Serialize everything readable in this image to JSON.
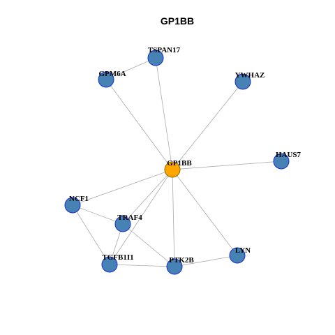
{
  "title": "GP1BB",
  "colors": {
    "hub_fill": "#ffa500",
    "hub_stroke": "#8b6a00",
    "node_fill": "#4682b4",
    "node_stroke": "#1a2ccc",
    "edge": "#aaaaaa"
  },
  "nodes": [
    {
      "id": "GP1BB",
      "label": "GP1BB",
      "hub": true
    },
    {
      "id": "TSPAN17",
      "label": "TSPAN17"
    },
    {
      "id": "GPM6A",
      "label": "GPM6A"
    },
    {
      "id": "YWHAZ",
      "label": "YWHAZ"
    },
    {
      "id": "HAUS7",
      "label": "HAUS7"
    },
    {
      "id": "NCF1",
      "label": "NCF1"
    },
    {
      "id": "TRAF4",
      "label": "TRAF4"
    },
    {
      "id": "TGFB1I1",
      "label": "TGFB1I1"
    },
    {
      "id": "PTK2B",
      "label": "PTK2B"
    },
    {
      "id": "LYN",
      "label": "LYN"
    }
  ],
  "edges": [
    [
      "GP1BB",
      "TSPAN17"
    ],
    [
      "GP1BB",
      "GPM6A"
    ],
    [
      "GP1BB",
      "YWHAZ"
    ],
    [
      "GP1BB",
      "HAUS7"
    ],
    [
      "GP1BB",
      "NCF1"
    ],
    [
      "GP1BB",
      "TRAF4"
    ],
    [
      "GP1BB",
      "TGFB1I1"
    ],
    [
      "GP1BB",
      "PTK2B"
    ],
    [
      "GP1BB",
      "LYN"
    ],
    [
      "TSPAN17",
      "GPM6A"
    ],
    [
      "NCF1",
      "TRAF4"
    ],
    [
      "NCF1",
      "TGFB1I1"
    ],
    [
      "TRAF4",
      "TGFB1I1"
    ],
    [
      "TRAF4",
      "PTK2B"
    ],
    [
      "TGFB1I1",
      "PTK2B"
    ],
    [
      "PTK2B",
      "LYN"
    ]
  ]
}
